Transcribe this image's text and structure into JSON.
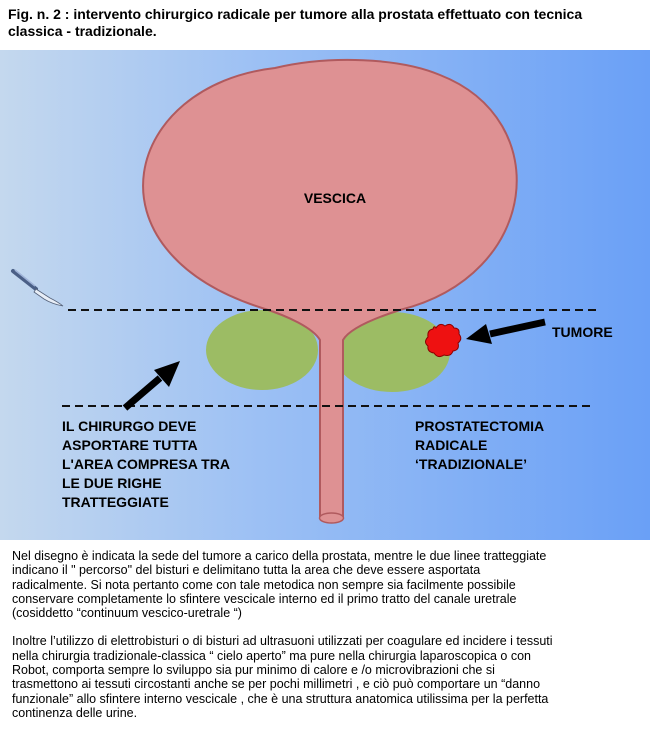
{
  "figure": {
    "title": "Fig. n. 2 : intervento chirurgico radicale per tumore alla prostata  effettuato con tecnica\nclassica -  tradizionale."
  },
  "diagram": {
    "labels": {
      "bladder": "VESCICA",
      "tumor": "TUMORE",
      "surgeon_note": [
        "IL CHIRURGO DEVE",
        "ASPORTARE TUTTA",
        "L'AREA COMPRESA TRA",
        "LE DUE RIGHE",
        "TRATTEGGIATE"
      ],
      "procedure": "PROSTATECTOMIA\nRADICALE\n‘TRADIZIONALE’"
    },
    "colors": {
      "bladder_fill": "#de9193",
      "bladder_stroke": "#b05a5e",
      "prostate_fill": "#9cbc64",
      "tumor_fill": "#ee1111",
      "arrow": "#000000",
      "dashed_line": "#111111"
    },
    "icons": [
      "scalpel-icon",
      "arrow-icon"
    ]
  },
  "caption": {
    "paragraph_1": " Nel disegno è indicata la sede del tumore a carico della prostata, mentre le due linee tratteggiate\nindicano il \" percorso\"  del bisturi  e delimitano tutta la area che deve essere asportata\nradicalmente. Si nota pertanto come con tale metodica non sempre sia facilmente possibile\nconservare completamente lo sfintere  vescicale interno  ed il    primo tratto del canale uretrale\n(cosiddetto “continuum vescico-uretrale “)",
    "paragraph_2": "Inoltre l’utilizzo di elettrobisturi  o  di bisturi ad ultrasuoni utilizzati per coagulare ed incidere i tessuti\nnella chirurgia tradizionale-classica “ cielo aperto”  ma pure nella chirurgia laparoscopica o con\nRobot,    comporta sempre    lo sviluppo  sia pur minimo di calore   e /o  microvibrazioni  che si\ntrasmettono   ai tessuti circostanti anche se per pochi  millimetri    , e ciò può comportare un “danno\nfunzionale” allo sfintere interno vescicale , che è una struttura anatomica utilissima per la perfetta\ncontinenza delle urine."
  }
}
